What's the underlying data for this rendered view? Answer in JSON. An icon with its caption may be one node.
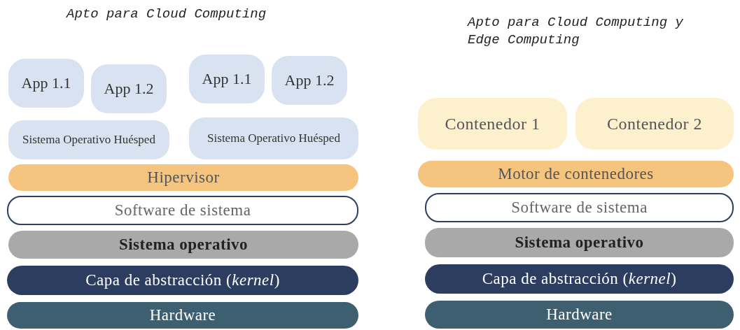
{
  "diagram": {
    "nodes": [
      {
        "text": [
          "App 1.1"
        ]
      },
      {
        "text": [
          "App 1.2"
        ]
      },
      {
        "text": [
          "App 1.1"
        ]
      },
      {
        "text": [
          "App 1.2"
        ]
      },
      {
        "text": [
          "Sistema Operativo Huésped"
        ]
      },
      {
        "text": [
          "Sistema Operativo Huésped"
        ]
      },
      {
        "text": [
          "Hipervisor"
        ]
      },
      {
        "text": [
          "Software de sistema"
        ]
      },
      {
        "text": [
          "Sistema operativo"
        ]
      },
      {
        "text": [
          "Capa de abstracción (*kernel*)"
        ]
      },
      {
        "text": [
          "Hardware"
        ]
      },
      {
        "text": [
          "Contenedor 1"
        ]
      },
      {
        "text": [
          "Contenedor 2"
        ]
      },
      {
        "text": [
          "Motor de contenedores"
        ]
      },
      {
        "text": [
          "Software de sistema"
        ]
      },
      {
        "text": [
          "Sistema operativo"
        ]
      },
      {
        "text": [
          "Capa de abstracción (*kernel*)"
        ]
      },
      {
        "text": [
          "Hardware"
        ]
      }
    ],
    "labels": [
      "Apto para Cloud Computing",
      "Apto para Cloud Computing y Edge Computing"
    ]
  }
}
